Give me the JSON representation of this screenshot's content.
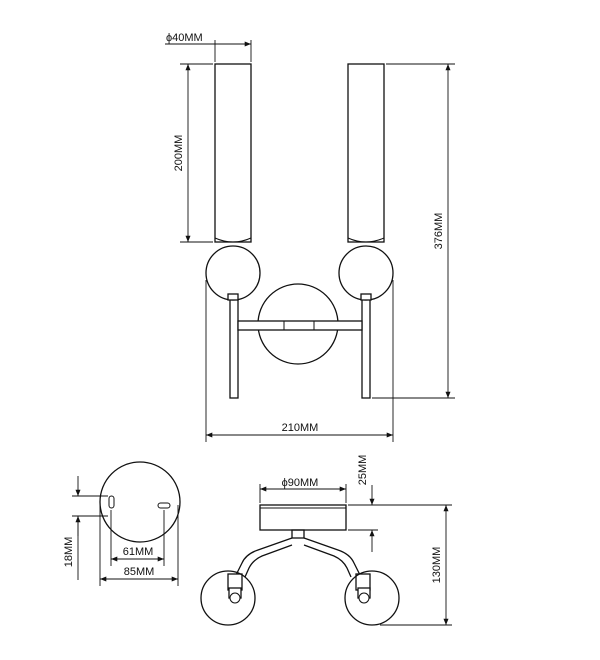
{
  "diagram": {
    "dimensions": {
      "tube_diameter": "ϕ40MM",
      "tube_length": "200MM",
      "overall_height": "376MM",
      "overall_width": "210MM",
      "base_diameter": "ϕ90MM",
      "base_thickness": "25MM",
      "depth": "130MM",
      "hole_offset": "18MM",
      "hole_spacing": "61MM",
      "plate_width": "85MM"
    }
  }
}
